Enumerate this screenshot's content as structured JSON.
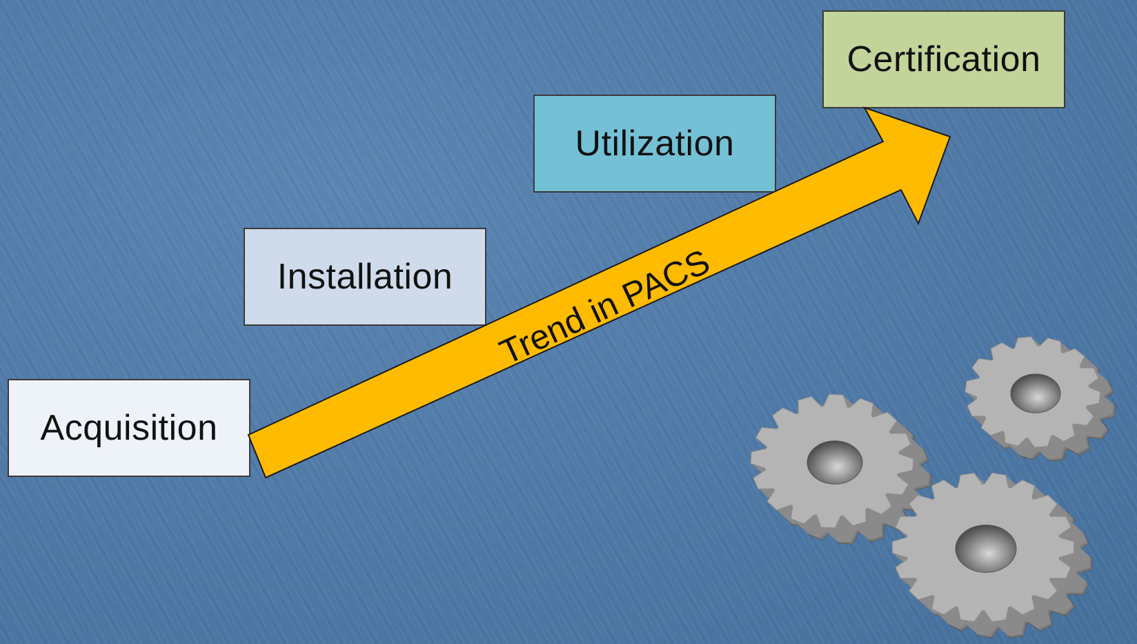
{
  "stages": [
    {
      "label": "Acquisition",
      "color": "#eef2f9"
    },
    {
      "label": "Installation",
      "color": "#cfdbea"
    },
    {
      "label": "Utilization",
      "color": "#74c1d6"
    },
    {
      "label": "Certification",
      "color": "#c3d49a"
    }
  ],
  "arrow": {
    "label": "Trend in PACS",
    "fill": "#ffbb00",
    "stroke": "#1a1a1a"
  },
  "gears": {
    "icon": "gears-icon",
    "color": "#b4b4b4"
  }
}
